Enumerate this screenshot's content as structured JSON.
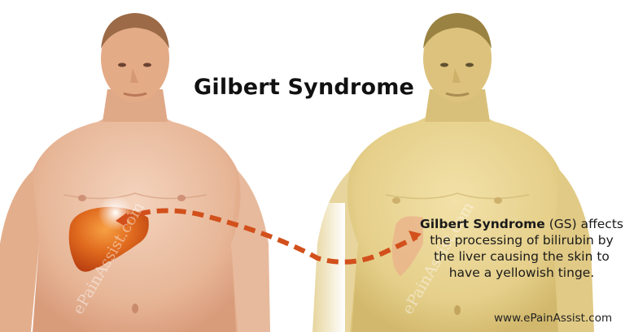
{
  "title": "Gilbert Syndrome",
  "description": {
    "bold": "Gilbert Syndrome",
    "rest_line1": " (GS) affects",
    "line2": "the processing of bilirubin by",
    "line3": "the liver causing the skin to",
    "line4": "have a yellowish tinge."
  },
  "website": "www.ePainAssist.com",
  "watermark": "ePainAssist.com",
  "figures": [
    {
      "label": "normal-skin-figure",
      "skin": "#e8b89a",
      "liver": "#d9541a"
    },
    {
      "label": "jaundiced-figure",
      "skin": "#e6d08c",
      "liver": "#eab08a"
    }
  ],
  "arrow_color": "#d2501c"
}
